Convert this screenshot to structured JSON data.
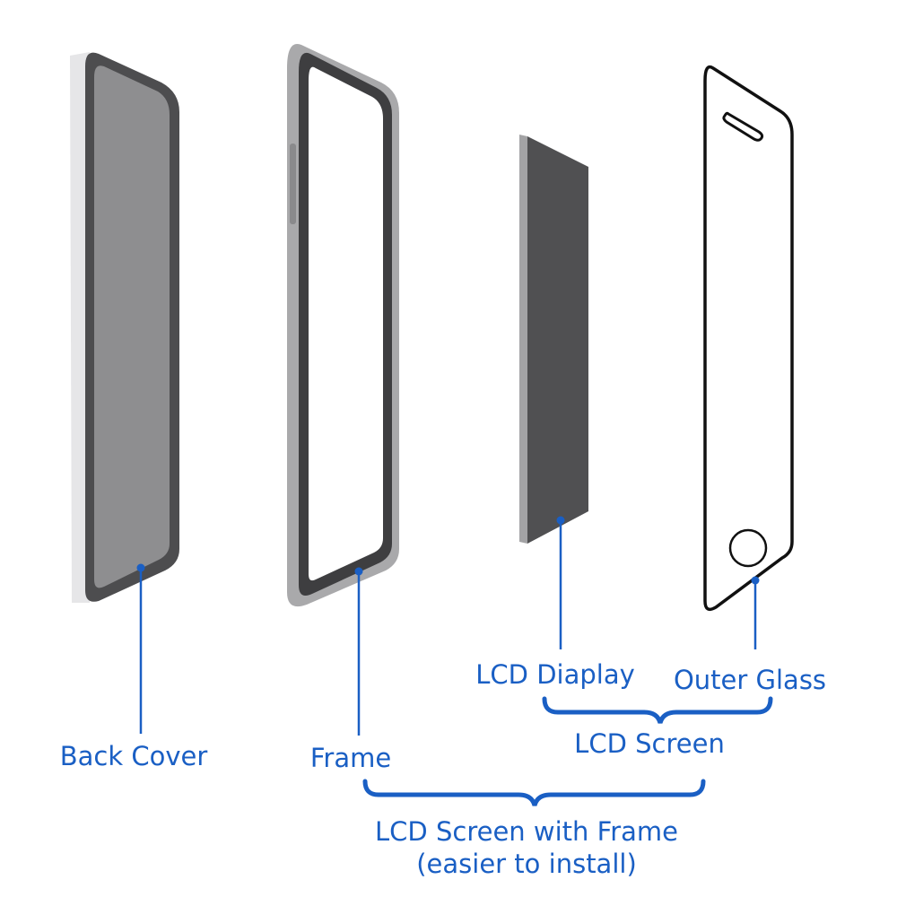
{
  "colors": {
    "accent": "#1a5fc4",
    "panel_dark": "#4d4d4f",
    "panel_gray": "#8e8e90",
    "frame_gray": "#a9a9ab",
    "outline_black": "#111111"
  },
  "parts": {
    "back_cover": "Back Cover",
    "frame": "Frame",
    "lcd_display": "LCD Diaplay",
    "outer_glass": "Outer Glass"
  },
  "groups": {
    "lcd_screen": "LCD Screen",
    "lcd_screen_with_frame": "LCD Screen with Frame",
    "lcd_screen_with_frame_note": "(easier to install)"
  }
}
